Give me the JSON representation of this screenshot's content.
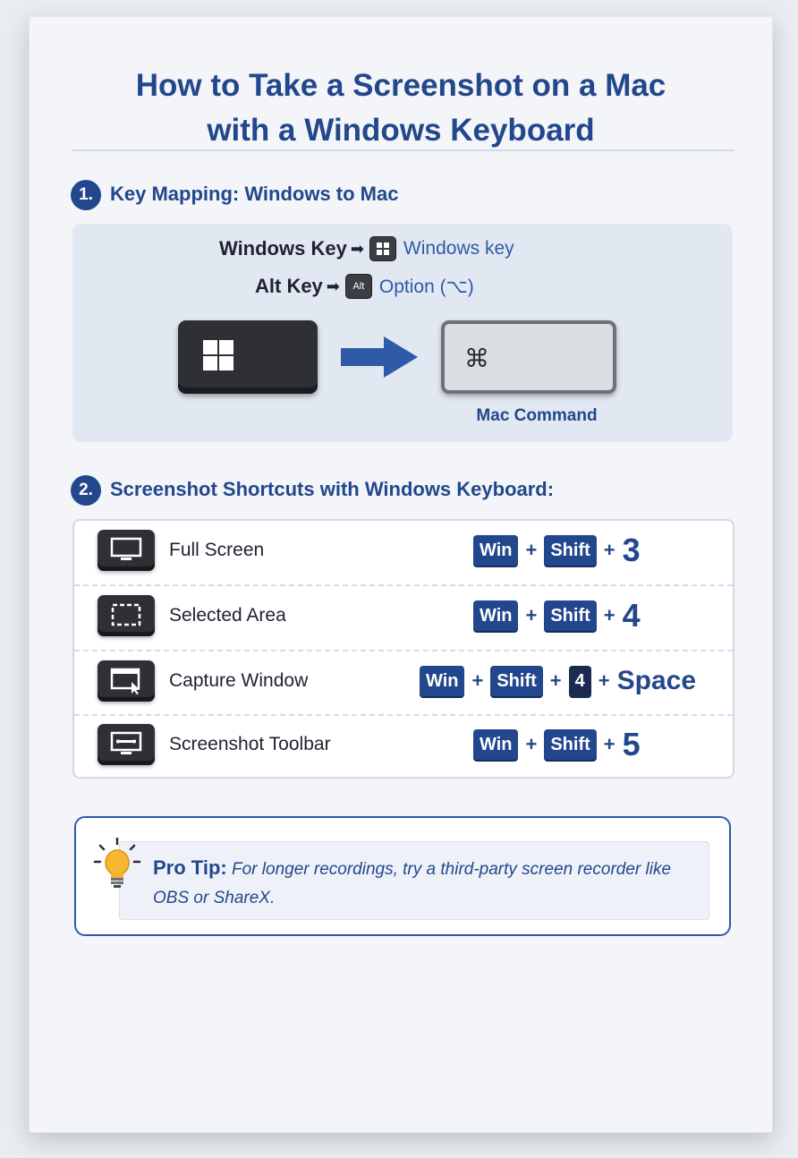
{
  "title_line1": "How to Take a Screenshot on a Mac",
  "title_line2": "with a Windows Keyboard",
  "section1": {
    "number": "1.",
    "title": "Key Mapping: Windows to Mac"
  },
  "mapping": [
    {
      "key": "Windows Key",
      "icon": "windows-logo-icon",
      "value": "Windows key"
    },
    {
      "key": "Alt Key",
      "icon_text": "Alt",
      "value": "Option (⌥)"
    }
  ],
  "mac_key": {
    "glyph": "⌘",
    "label": "Mac Command"
  },
  "section2": {
    "number": "2.",
    "title": "Screenshot Shortcuts with Windows Keyboard:"
  },
  "shortcuts": [
    {
      "label": "Full Screen",
      "icon": "monitor-icon",
      "keys": [
        "Win",
        "Shift"
      ],
      "final": "3"
    },
    {
      "label": "Selected Area",
      "icon": "selection-area-icon",
      "keys": [
        "Win",
        "Shift"
      ],
      "final": "4"
    },
    {
      "label": "Capture Window",
      "icon": "window-cursor-icon",
      "keys": [
        "Win",
        "Shift",
        "4"
      ],
      "final": "Space"
    },
    {
      "label": "Screenshot Toolbar",
      "icon": "toolbar-monitor-icon",
      "keys": [
        "Win",
        "Shift"
      ],
      "final": "5"
    }
  ],
  "plus": "+",
  "tip": {
    "label": "Pro Tip:",
    "text": "For longer recordings, try a third-party screen recorder like OBS or ShareX.",
    "icon": "lightbulb-icon"
  },
  "colors": {
    "accent": "#23478c",
    "link": "#2e5aa8"
  }
}
